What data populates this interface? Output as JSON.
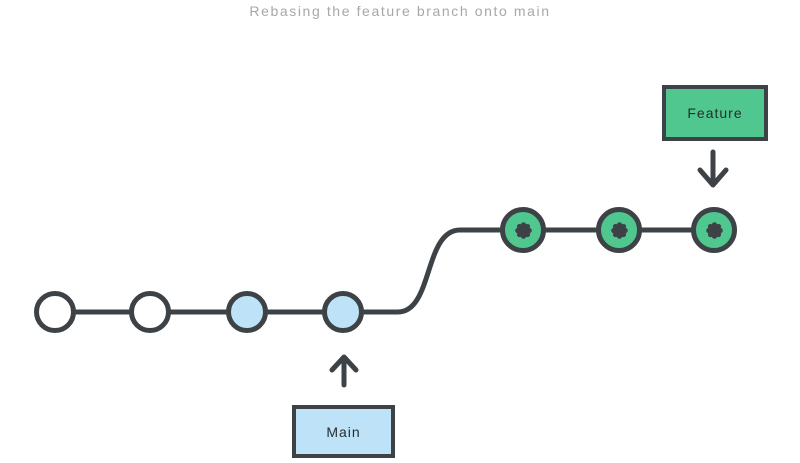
{
  "title": "Rebasing the feature branch onto main",
  "labels": {
    "feature": "Feature",
    "main": "Main"
  },
  "colors": {
    "dark": "#3d4247",
    "green": "#50c78e",
    "blue": "#bee3f8",
    "white": "#ffffff",
    "title_gray": "#a5a8aa"
  },
  "icons": {
    "feature_commit_glyph": "asterisk-icon",
    "feature_pointer": "arrow-down-icon",
    "main_pointer": "arrow-up-icon"
  },
  "graph": {
    "main_branch_commits": [
      {
        "id": 1,
        "style": "white"
      },
      {
        "id": 2,
        "style": "white"
      },
      {
        "id": 3,
        "style": "blue"
      },
      {
        "id": 4,
        "style": "blue"
      }
    ],
    "feature_branch_commits": [
      {
        "id": 5,
        "style": "green",
        "icon": "asterisk-icon"
      },
      {
        "id": 6,
        "style": "green",
        "icon": "asterisk-icon"
      },
      {
        "id": 7,
        "style": "green",
        "icon": "asterisk-icon"
      }
    ]
  }
}
